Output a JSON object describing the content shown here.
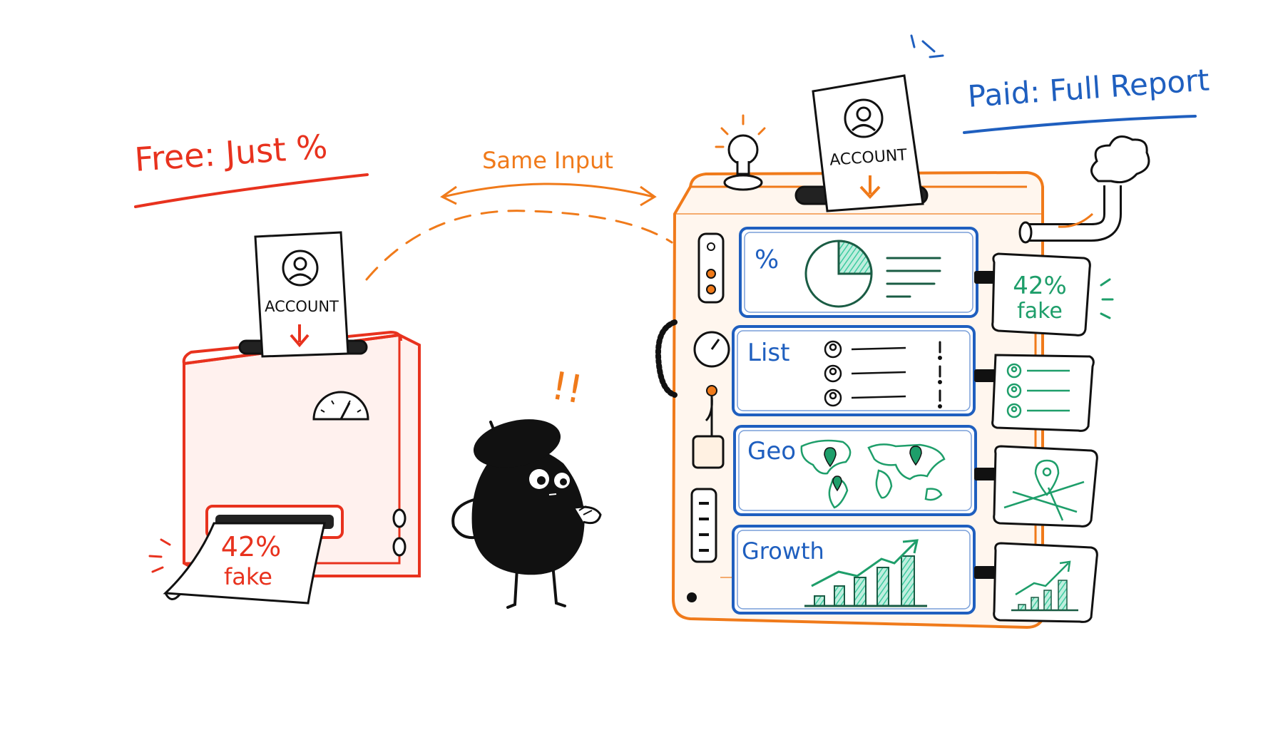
{
  "colors": {
    "free": "#e8321e",
    "paid": "#1f5fbf",
    "accent": "#f07a1a",
    "green": "#1e9e6a",
    "teal": "#3dcba0",
    "ink": "#111111"
  },
  "free": {
    "title": "Free: Just %",
    "input_label": "ACCOUNT",
    "output_value": "42%",
    "output_caption": "fake"
  },
  "middle": {
    "label": "Same Input",
    "exclaim": "!!"
  },
  "paid": {
    "title": "Paid: Full Report",
    "input_label": "ACCOUNT",
    "panels": [
      {
        "label": "%",
        "icon": "pie-chart-icon"
      },
      {
        "label": "List",
        "icon": "user-list-icon"
      },
      {
        "label": "Geo",
        "icon": "world-map-icon"
      },
      {
        "label": "Growth",
        "icon": "bar-growth-icon"
      }
    ],
    "outputs": {
      "percent_value": "42%",
      "percent_caption": "fake"
    }
  }
}
